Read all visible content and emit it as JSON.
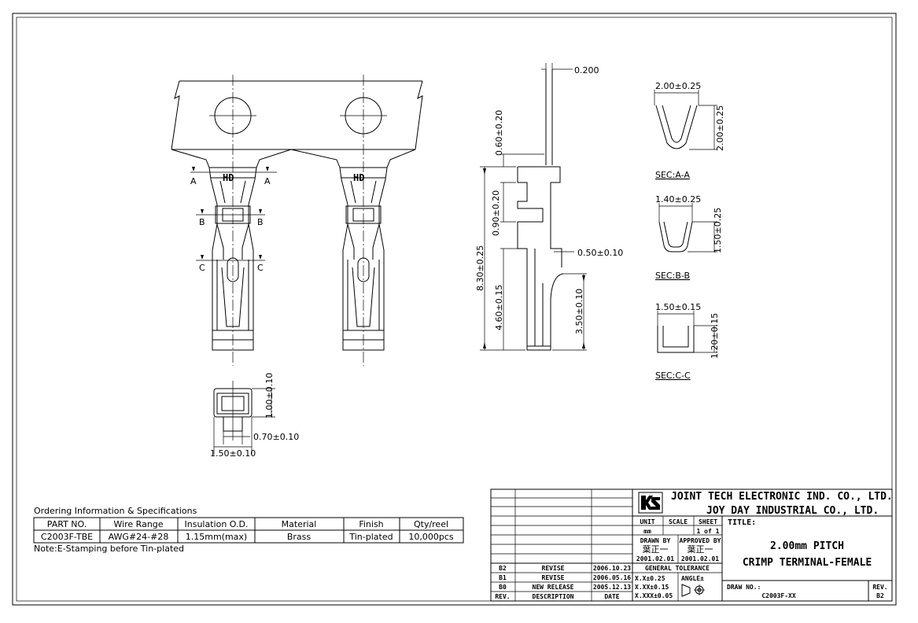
{
  "dimensions": {
    "thickness": "0.200",
    "sec_a_width": "2.00±0.25",
    "sec_a_height": "2.00±0.25",
    "sec_b_width": "1.40±0.25",
    "sec_b_height": "1.50±0.25",
    "sec_c_width": "1.50±0.15",
    "sec_c_height": "1.20±0.15",
    "top_tab": "0.60±0.20",
    "mid_section": "0.90±0.20",
    "overall_length": "8.30±0.25",
    "contact_length": "4.60±0.15",
    "contact_depth": "3.50±0.10",
    "contact_width": "0.50±0.10",
    "front_height": "1.00±0.10",
    "front_opening": "0.70±0.10",
    "front_width": "1.50±0.10"
  },
  "sections": {
    "a_label": "SEC:A-A",
    "b_label": "SEC:B-B",
    "c_label": "SEC:C-C",
    "cut_a": "A",
    "cut_b": "B",
    "cut_c": "C",
    "carrier_mark": "HD"
  },
  "ordering": {
    "heading": "Ordering Information & Specifications",
    "headers": [
      "PART NO.",
      "Wire Range",
      "Insulation O.D.",
      "Material",
      "Finish",
      "Qty/reel"
    ],
    "row": [
      "C2003F-TBE",
      "AWG#24-#28",
      "1.15mm(max)",
      "Brass",
      "Tin-plated",
      "10,000pcs"
    ],
    "note": "Note:E-Stamping before Tin-plated"
  },
  "title_block": {
    "company_en": "JOINT TECH ELECTRONIC IND. CO., LTD.",
    "company_en2": "JOY DAY INDUSTRIAL CO., LTD.",
    "unit_label": "UNIT",
    "unit_value": "mm",
    "scale_label": "SCALE",
    "sheet_label": "SHEET",
    "sheet_value": "1 of 1",
    "drawn_by_label": "DRAWN BY",
    "drawn_by_name": "葉正一",
    "drawn_date": "2001.02.01",
    "approved_by_label": "APPROVED BY",
    "approved_by_name": "葉正一",
    "approved_date": "2001.02.01",
    "title_label": "TITLE:",
    "title_line1": "2.00mm PITCH",
    "title_line2": "CRIMP TERMINAL-FEMALE",
    "tolerance_label": "GENERAL TOLERANCE",
    "tol_1": "X.X±0.25",
    "tol_2": "X.XX±0.15",
    "tol_3": "X.XXX±0.05",
    "angle_label": "ANGLE±",
    "drawing_no_label": "DRAW NO.:",
    "drawing_no": "C2003F-XX",
    "rev_label": "REV.",
    "rev_value": "B2",
    "revisions": [
      {
        "rev": "B2",
        "desc": "REVISE",
        "date": "2006.10.23"
      },
      {
        "rev": "B1",
        "desc": "REVISE",
        "date": "2006.05.16"
      },
      {
        "rev": "B0",
        "desc": "NEW RELEASE",
        "date": "2005.12.13"
      }
    ],
    "rev_header": "REV.",
    "desc_header": "DESCRIPTION",
    "date_header": "DATE"
  }
}
